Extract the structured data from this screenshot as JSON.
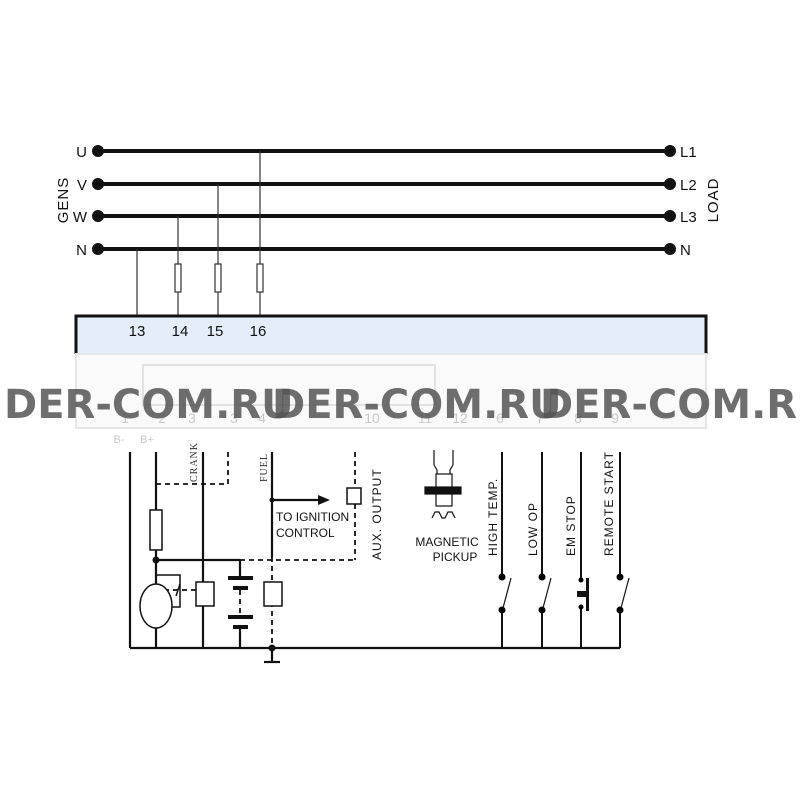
{
  "gens": {
    "label": "GENS",
    "phases": [
      "U",
      "V",
      "W",
      "N"
    ]
  },
  "load": {
    "label": "LOAD",
    "phases": [
      "L1",
      "L2",
      "L3",
      "N"
    ]
  },
  "module_terminals_top": [
    "13",
    "14",
    "15",
    "16"
  ],
  "module_terminals_bottom": [
    "1",
    "2",
    "3",
    "3",
    "4",
    "10",
    "11",
    "12",
    "6",
    "7",
    "8",
    "9"
  ],
  "battery_labels": {
    "neg": "B-",
    "pos": "B+"
  },
  "outputs": {
    "crank": "CRANK",
    "fuel": "FUEL",
    "ignition_line1": "TO IGNITION",
    "ignition_line2": "CONTROL",
    "aux": "AUX. OUTPUT"
  },
  "pickup": {
    "line1": "MAGNETIC",
    "line2": "PICKUP"
  },
  "inputs": [
    "HIGH TEMP.",
    "LOW OP",
    "EM STOP",
    "REMOTE START"
  ],
  "watermark": [
    "DER-COM.RU",
    "DER-COM.RU",
    "DER-COM.RU"
  ],
  "colors": {
    "module_fill": "#e3eefa",
    "line": "#111111"
  }
}
